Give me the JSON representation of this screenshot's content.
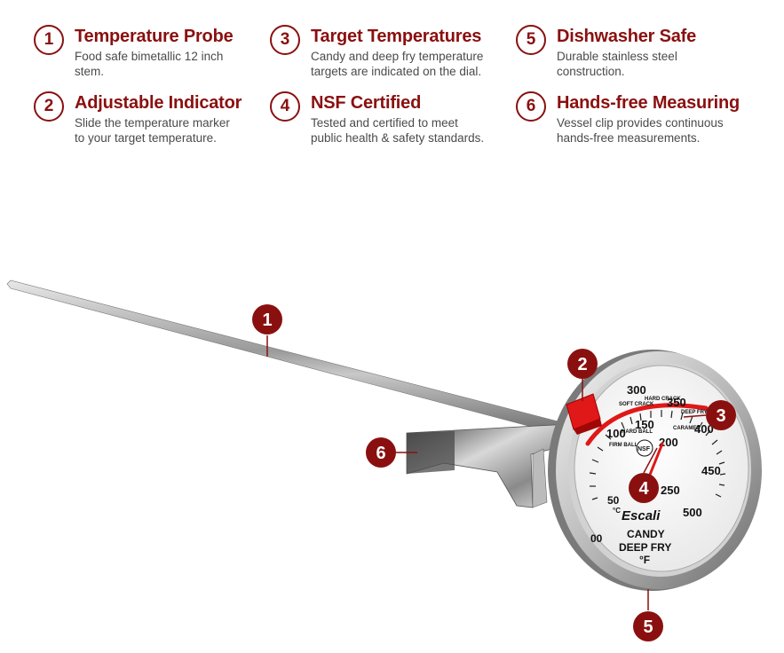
{
  "features": [
    {
      "number": "1",
      "title": "Temperature Probe",
      "desc_lines": [
        "Food safe bimetallic 12 inch",
        "stem."
      ]
    },
    {
      "number": "2",
      "title": "Adjustable Indicator",
      "desc_lines": [
        "Slide the temperature marker",
        "to your target temperature."
      ]
    },
    {
      "number": "3",
      "title": "Target Temperatures",
      "desc_lines": [
        "Candy and deep fry temperature",
        "targets are indicated on the dial."
      ]
    },
    {
      "number": "4",
      "title": "NSF Certified",
      "desc_lines": [
        "Tested and certified to meet",
        "public health & safety standards."
      ]
    },
    {
      "number": "5",
      "title": "Dishwasher Safe",
      "desc_lines": [
        "Durable stainless steel",
        "construction."
      ]
    },
    {
      "number": "6",
      "title": "Hands-free Measuring",
      "desc_lines": [
        "Vessel clip provides continuous",
        "hands-free measurements."
      ]
    }
  ],
  "callouts": {
    "c1": "1",
    "c2": "2",
    "c3": "3",
    "c4": "4",
    "c5": "5",
    "c6": "6"
  },
  "dial": {
    "scale_labels": {
      "s50": "50",
      "s100": "100",
      "s150": "150",
      "s200": "200",
      "s250": "250",
      "s300": "300",
      "s350": "350",
      "s400": "400",
      "s450": "450",
      "s500": "500",
      "s0": "00"
    },
    "zone_labels": {
      "soft_crack": "SOFT CRACK",
      "hard_crack": "HARD CRACK",
      "deep_frying": "DEEP FRYING",
      "caramel": "CARAMEL",
      "hard_ball": "HARD BALL",
      "firm_ball": "FIRM BALL"
    },
    "unit_small": "°C",
    "brand": "Escali",
    "nsf_mark": "NSF",
    "label_line1": "CANDY",
    "label_line2": "DEEP FRY",
    "unit": "°F"
  },
  "colors": {
    "accent": "#8a1010",
    "indicator_red": "#e01818"
  }
}
